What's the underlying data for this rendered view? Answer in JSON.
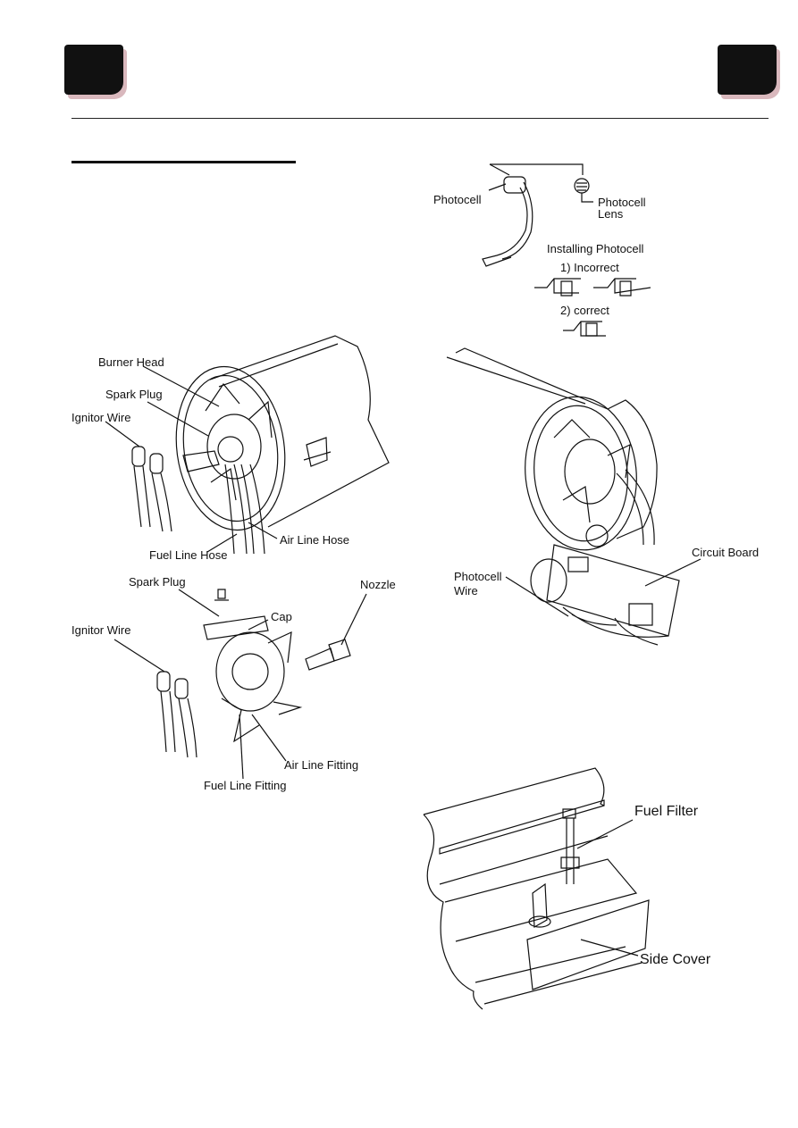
{
  "figure1": {
    "burner_head": "Burner Head",
    "spark_plug": "Spark Plug",
    "ignitor_wire": "Ignitor Wire",
    "fuel_line_hose": "Fuel Line Hose",
    "air_line_hose": "Air Line Hose"
  },
  "figure2": {
    "spark_plug": "Spark Plug",
    "nozzle": "Nozzle",
    "cap": "Cap",
    "ignitor_wire": "Ignitor Wire",
    "air_line_fitting": "Air Line Fitting",
    "fuel_line_fitting": "Fuel Line Fitting"
  },
  "figure3": {
    "photocell": "Photocell",
    "photocell_lens_line1": "Photocell",
    "photocell_lens_line2": "Lens",
    "installing": "Installing Photocell",
    "incorrect": "1) Incorrect",
    "correct": "2) correct"
  },
  "figure4": {
    "photocell_wire_line1": "Photocell",
    "photocell_wire_line2": "Wire",
    "circuit_board": "Circuit Board"
  },
  "figure5": {
    "fuel_filter": "Fuel Filter",
    "side_cover": "Side Cover"
  }
}
